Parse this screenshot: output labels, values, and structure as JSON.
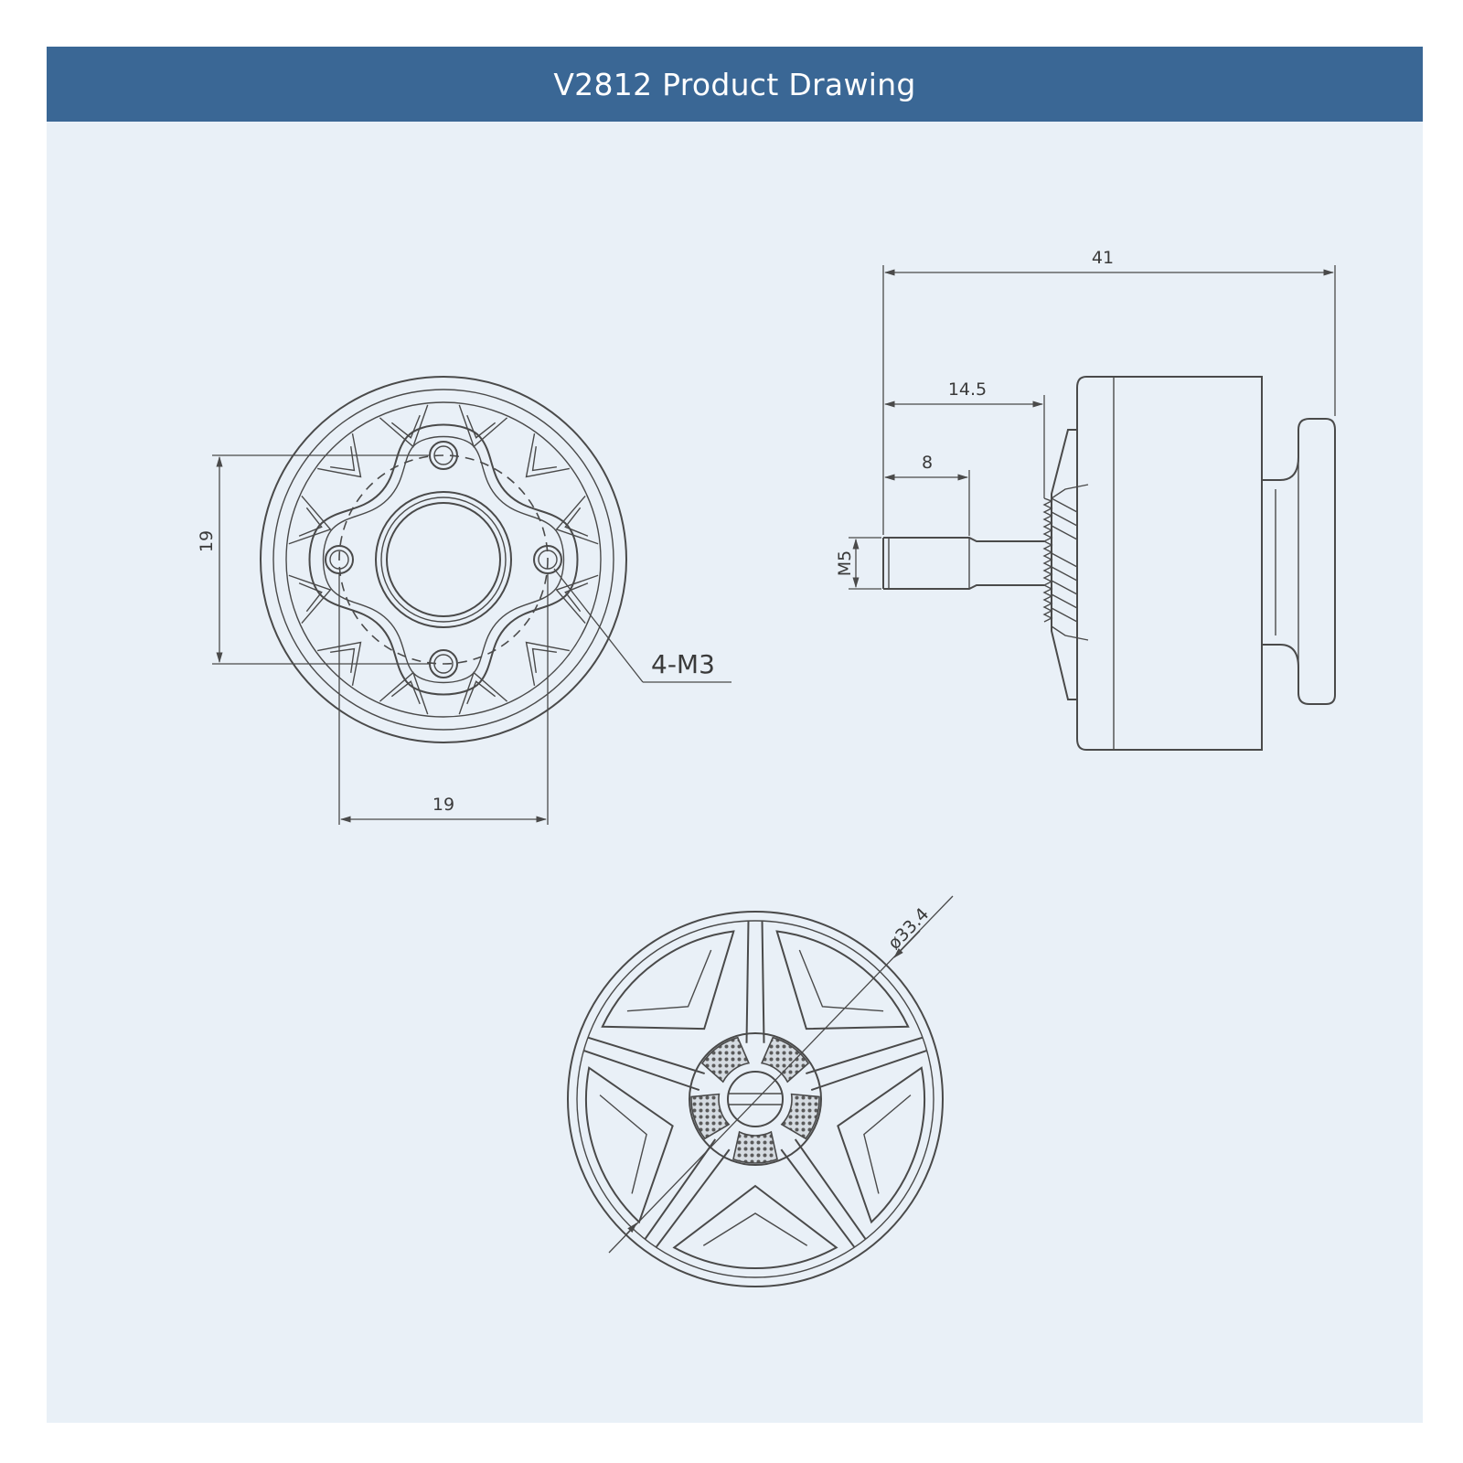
{
  "header": {
    "title": "V2812 Product Drawing"
  },
  "colors": {
    "header_bg": "#3a6795",
    "panel_bg": "#e9f0f7",
    "line": "#4a4a4a"
  },
  "bottom_view": {
    "dim_vertical": "19",
    "dim_horizontal": "19",
    "hole_callout": "4-M3"
  },
  "side_view": {
    "dim_total_length": "41",
    "dim_shaft_to_base": "14.5",
    "dim_thread_length": "8",
    "dim_thread": "M5"
  },
  "top_view": {
    "dim_diameter": "ø33.4"
  }
}
